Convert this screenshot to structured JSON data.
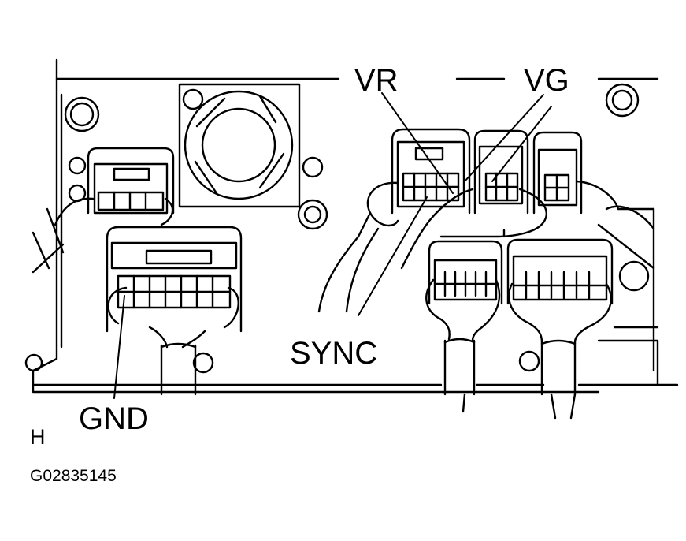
{
  "labels": {
    "vr": "VR",
    "vg": "VG",
    "sync": "SYNC",
    "gnd": "GND"
  },
  "view_letter": "H",
  "figure_code": "G02835145"
}
